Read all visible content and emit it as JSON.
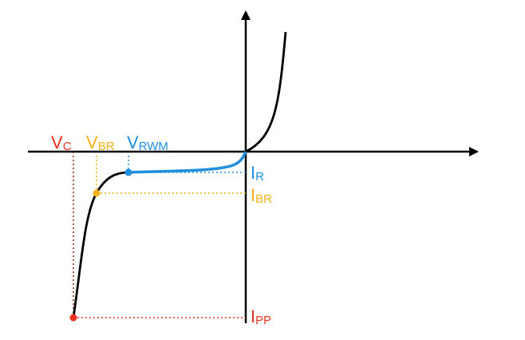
{
  "colors": {
    "axis": "#000000",
    "curve": "#000000",
    "blue": "#1f8fe0",
    "orange": "#f2b218",
    "red": "#e8321e",
    "dark_red": "#8a2a1a"
  },
  "labels": {
    "vc": {
      "main": "V",
      "sub": "C"
    },
    "vbr": {
      "main": "V",
      "sub": "BR"
    },
    "vrwm": {
      "main": "V",
      "sub": "RWM"
    },
    "ir": {
      "main": "I",
      "sub": "R"
    },
    "ibr": {
      "main": "I",
      "sub": "BR"
    },
    "ipp": {
      "main": "I",
      "sub": "PP"
    }
  }
}
